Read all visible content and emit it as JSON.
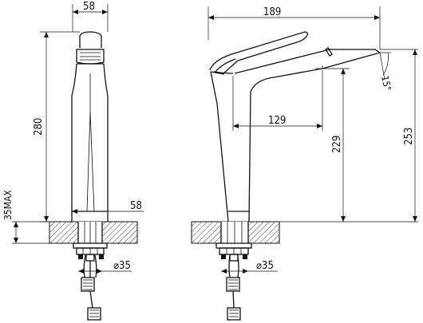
{
  "front_view": {
    "top_width": "58",
    "height": "280",
    "base_width": "58",
    "max_deck_thickness": "35MAX",
    "hole_diameter": "⌀35"
  },
  "side_view": {
    "overall_length": "189",
    "spout_reach": "129",
    "spout_angle": "15°",
    "spout_height": "229",
    "overall_height": "253",
    "hole_diameter": "⌀35"
  }
}
